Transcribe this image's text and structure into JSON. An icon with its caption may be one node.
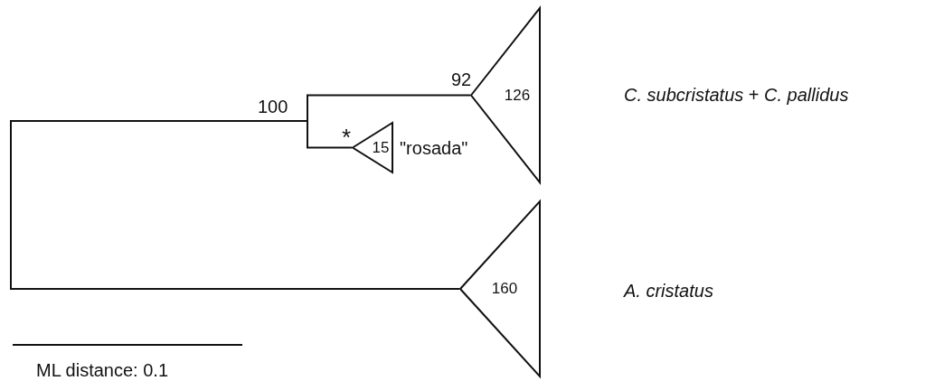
{
  "diagram": {
    "nodes": [
      {
        "text": [
          "126"
        ],
        "beside": [
          "92"
        ]
      },
      {
        "text": [
          "15"
        ],
        "beside": [
          "*",
          "\"rosada\""
        ]
      },
      {
        "text": [
          "160"
        ]
      },
      {
        "text": [
          "100"
        ]
      }
    ],
    "edges": [
      {
        "from": 3,
        "to": 0,
        "arrow": "none"
      },
      {
        "from": 3,
        "to": 1,
        "arrow": "none"
      },
      {
        "from": 3,
        "to": 2,
        "arrow": "none"
      }
    ],
    "labels": [
      "*C. subcristatus* + *C. pallidus*",
      "*A. cristatus*",
      "ML distance: 0.1"
    ]
  }
}
